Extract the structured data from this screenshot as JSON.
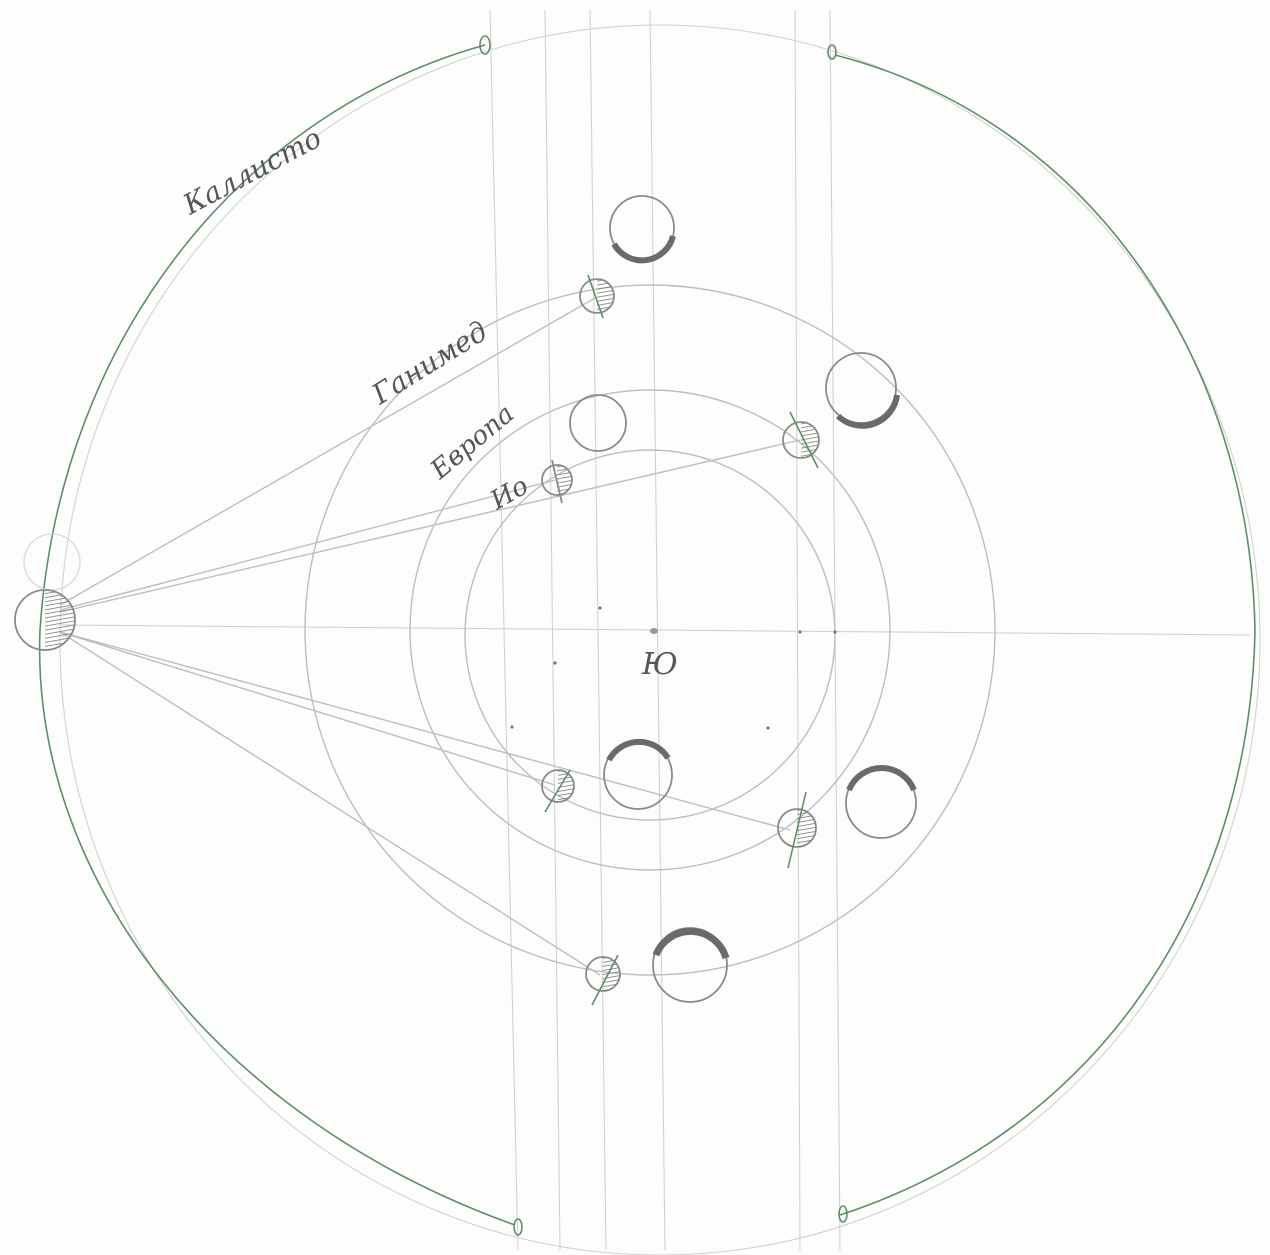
{
  "labels": {
    "callisto": "Каллисто",
    "ganymede": "Ганимед",
    "europa": "Европа",
    "io": "Ио",
    "jupiter": "Ю"
  },
  "colors": {
    "paper": "#fdfdfd",
    "pencil": "#bdbdbd",
    "shading": "#8a8a8a",
    "green_pencil": "#5d8f64"
  }
}
